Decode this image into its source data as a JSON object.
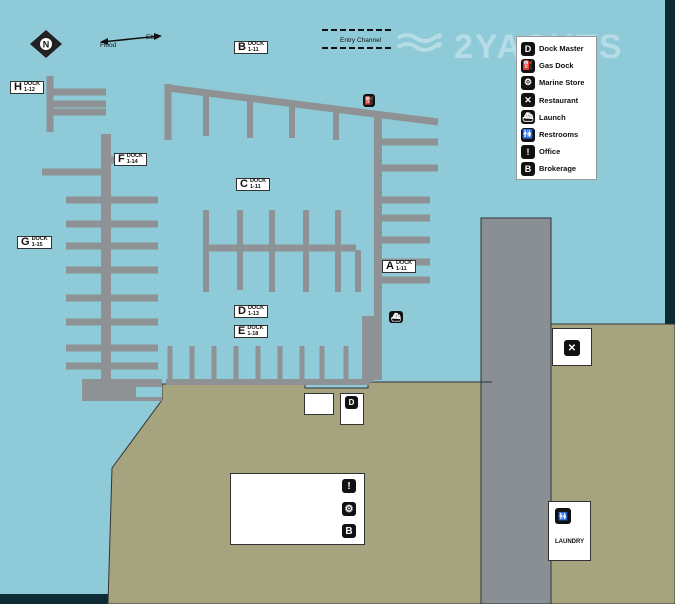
{
  "watermark": "2YACHTS",
  "compass": {
    "letter": "N"
  },
  "current": {
    "flood": "Flood",
    "ebb": "Ebb"
  },
  "entry_channel": "Entry Channel",
  "docks": [
    {
      "id": "A",
      "letter": "A",
      "line1": "DOCK",
      "line2": "1-11"
    },
    {
      "id": "B",
      "letter": "B",
      "line1": "DOCK",
      "line2": "1-11"
    },
    {
      "id": "C",
      "letter": "C",
      "line1": "DOCK",
      "line2": "1-11"
    },
    {
      "id": "D",
      "letter": "D",
      "line1": "DOCK",
      "line2": "1-13"
    },
    {
      "id": "E",
      "letter": "E",
      "line1": "DOCK",
      "line2": "1-18"
    },
    {
      "id": "F",
      "letter": "F",
      "line1": "DOCK",
      "line2": "1-14"
    },
    {
      "id": "G",
      "letter": "G",
      "line1": "DOCK",
      "line2": "1-15"
    },
    {
      "id": "H",
      "letter": "H",
      "line1": "DOCK",
      "line2": "1-12"
    }
  ],
  "legend": [
    {
      "icon": "dock-master-icon",
      "glyph": "D",
      "label": "Dock Master"
    },
    {
      "icon": "gas-dock-icon",
      "glyph": "⛽",
      "label": "Gas Dock"
    },
    {
      "icon": "marine-store-icon",
      "glyph": "⚙",
      "label": "Marine Store"
    },
    {
      "icon": "restaurant-icon",
      "glyph": "✕",
      "label": "Restaurant"
    },
    {
      "icon": "launch-icon",
      "glyph": "⛴",
      "label": "Launch"
    },
    {
      "icon": "restrooms-icon",
      "glyph": "🚻",
      "label": "Restrooms"
    },
    {
      "icon": "office-icon",
      "glyph": "!",
      "label": "Office"
    },
    {
      "icon": "brokerage-icon",
      "glyph": "B",
      "label": "Brokerage"
    }
  ],
  "laundry": "LAUNDRY",
  "colors": {
    "water": "#8fcad8",
    "land": "#a6a47e",
    "dock": "#8e9295",
    "channel": "#8a8f93"
  }
}
